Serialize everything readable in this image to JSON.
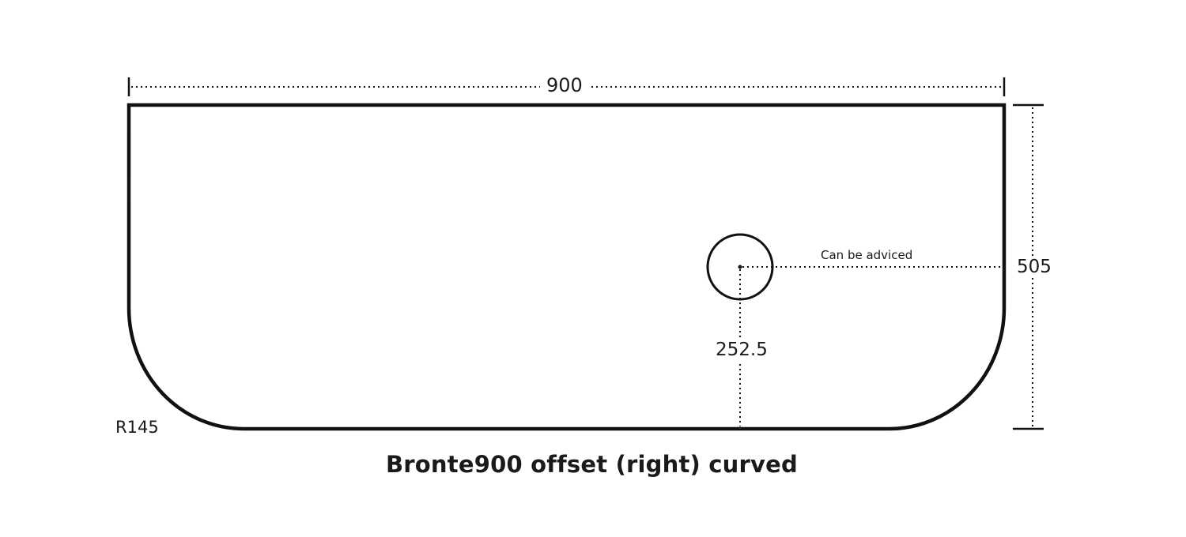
{
  "diagram": {
    "title": "Bronte900 offset (right) curved",
    "dimensions": {
      "width": "900",
      "height": "505",
      "hole_offset": "252.5",
      "corner_radius": "R145"
    },
    "annotations": {
      "hole_position_note": "Can be adviced"
    },
    "colors": {
      "stroke": "#111111",
      "background": "#ffffff"
    }
  }
}
